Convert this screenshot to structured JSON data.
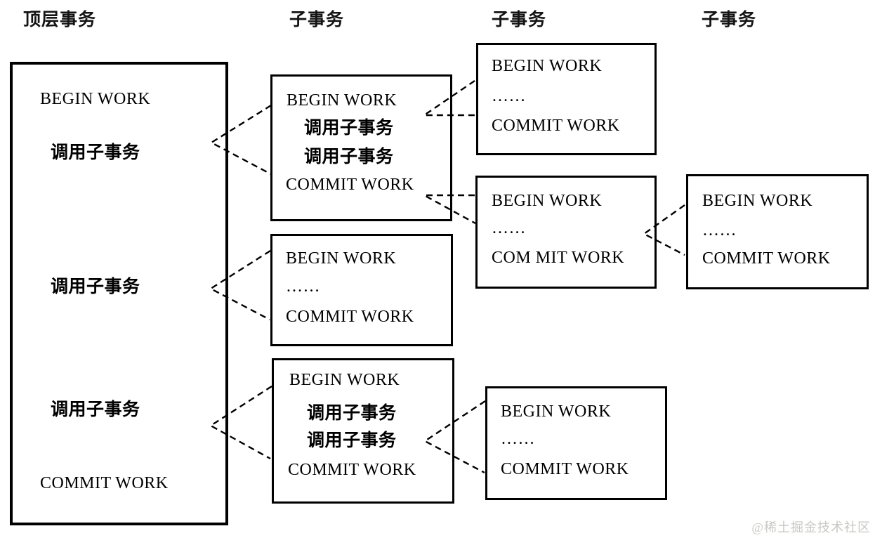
{
  "headers": [
    {
      "id": "top-level",
      "label": "顶层事务"
    },
    {
      "id": "sub-col-1",
      "label": "子事务"
    },
    {
      "id": "sub-col-2",
      "label": "子事务"
    },
    {
      "id": "sub-col-3",
      "label": "子事务"
    }
  ],
  "boxes": {
    "top": {
      "lines": [
        "BEGIN WORK",
        "调用子事务",
        "调用子事务",
        "调用子事务",
        "COMMIT WORK"
      ]
    },
    "sub1": {
      "lines": [
        "BEGIN WORK",
        "调用子事务",
        "调用子事务",
        "COMMIT WORK"
      ]
    },
    "sub2": {
      "lines": [
        "BEGIN WORK",
        "……",
        "COMMIT WORK"
      ]
    },
    "sub3": {
      "lines": [
        "BEGIN WORK",
        "调用子事务",
        "调用子事务",
        "COMMIT WORK"
      ]
    },
    "sub11": {
      "lines": [
        "BEGIN WORK",
        "……",
        "COMMIT WORK"
      ]
    },
    "sub12": {
      "lines": [
        "BEGIN WORK",
        "……",
        "COM MIT WORK"
      ]
    },
    "sub31": {
      "lines": [
        "BEGIN WORK",
        "……",
        "COMMIT WORK"
      ]
    },
    "sub121": {
      "lines": [
        "BEGIN WORK",
        "……",
        "COMMIT WORK"
      ]
    }
  },
  "connections": [
    {
      "from": "top",
      "call": 1,
      "to": "sub1"
    },
    {
      "from": "top",
      "call": 2,
      "to": "sub2"
    },
    {
      "from": "top",
      "call": 3,
      "to": "sub3"
    },
    {
      "from": "sub1",
      "call": 1,
      "to": "sub11"
    },
    {
      "from": "sub1",
      "call": 2,
      "to": "sub12"
    },
    {
      "from": "sub3",
      "call": 1,
      "to": "sub31"
    },
    {
      "from": "sub12",
      "call": 1,
      "to": "sub121"
    }
  ],
  "colors": {
    "line": "#000000",
    "text": "#000000",
    "background": "#ffffff",
    "watermark": "#c9c8c4"
  },
  "watermark": "@稀土掘金技术社区"
}
